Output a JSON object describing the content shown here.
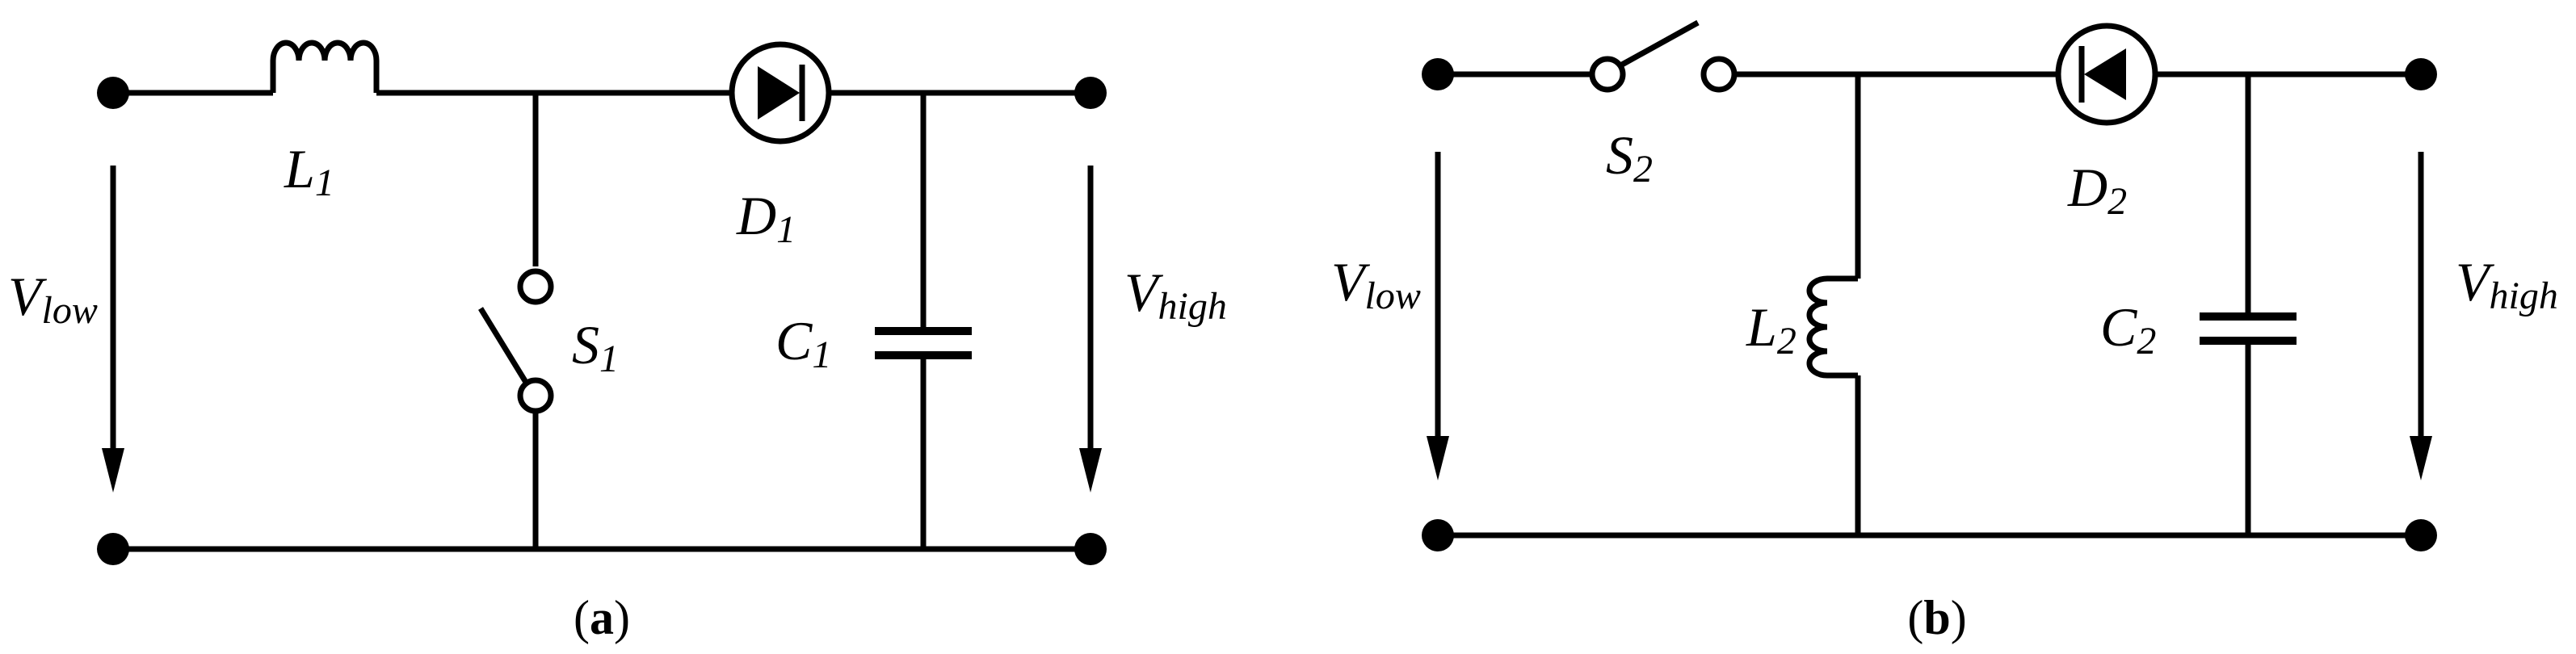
{
  "diagram_a": {
    "caption": {
      "open": "(",
      "letter": "a",
      "close": ")"
    },
    "inductor": {
      "symbol": "L",
      "sub": "1"
    },
    "diode": {
      "symbol": "D",
      "sub": "1"
    },
    "switch": {
      "symbol": "S",
      "sub": "1"
    },
    "capacitor": {
      "symbol": "C",
      "sub": "1"
    },
    "v_in": {
      "symbol": "V",
      "sub": "low"
    },
    "v_out": {
      "symbol": "V",
      "sub": "high"
    }
  },
  "diagram_b": {
    "caption": {
      "open": "(",
      "letter": "b",
      "close": ")"
    },
    "switch": {
      "symbol": "S",
      "sub": "2"
    },
    "diode": {
      "symbol": "D",
      "sub": "2"
    },
    "inductor": {
      "symbol": "L",
      "sub": "2"
    },
    "capacitor": {
      "symbol": "C",
      "sub": "2"
    },
    "v_in": {
      "symbol": "V",
      "sub": "low"
    },
    "v_out": {
      "symbol": "V",
      "sub": "high"
    }
  }
}
